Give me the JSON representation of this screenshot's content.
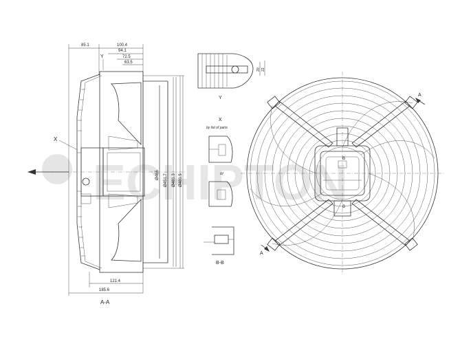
{
  "side_view": {
    "dims_top": [
      "85.1",
      "100.4",
      "94.1",
      "72.5",
      "63.5"
    ],
    "dims_bottom": [
      "121.4",
      "185.6"
    ],
    "dims_vertical": [
      "Ø465",
      "Ø451.7",
      "Ø481.3",
      "Ø481.5"
    ],
    "caption": "A-A",
    "label_x": "X",
    "label_y": "Y"
  },
  "details": {
    "y_caption": "Y",
    "x_caption": "X",
    "x_note": "by list of parts",
    "or_label": "or",
    "bb_caption": "B-B",
    "y_dims": [
      "20",
      "22"
    ]
  },
  "front_view": {
    "label_a_top": "A",
    "label_a_bottom": "A",
    "label_b": "B",
    "label_b_bottom": "B"
  },
  "watermark": {
    "text": "ECHIPTON"
  }
}
